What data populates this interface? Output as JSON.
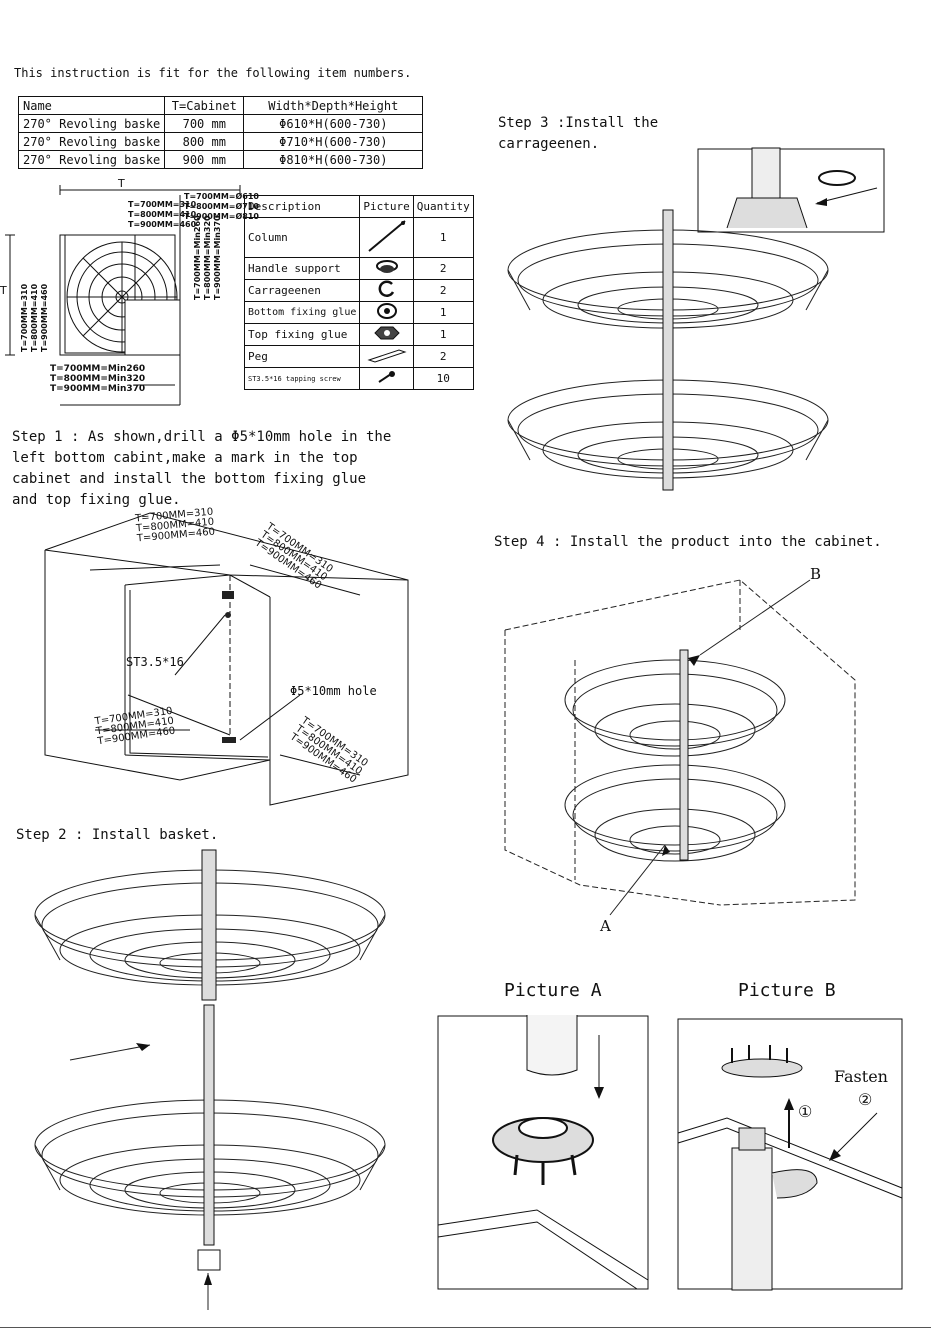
{
  "intro": "This instruction is fit for the following item numbers.",
  "items_table": {
    "headers": [
      "Name",
      "T=Cabinet",
      "Width*Depth*Height"
    ],
    "rows": [
      [
        "270° Revoling baske",
        "700 mm",
        "Φ610*H(600-730)"
      ],
      [
        "270° Revoling baske",
        "800 mm",
        "Φ710*H(600-730)"
      ],
      [
        "270° Revoling baske",
        "900 mm",
        "Φ810*H(600-730)"
      ]
    ]
  },
  "dim_diagram": {
    "top_label": "T",
    "left_label": "T",
    "inner_top": [
      "T=700MM=310",
      "T=800MM=410",
      "T=900MM=460"
    ],
    "inner_dia": [
      "T=700MM=Ø610",
      "T=800MM=Ø710",
      "T=900MM=Ø810"
    ],
    "vertical_right": [
      "T=700MM=Min260",
      "T=800MM=Min320",
      "T=900MM=Min370"
    ],
    "vertical_left": [
      "T=700MM=310",
      "T=800MM=410",
      "T=900MM=460"
    ],
    "bottom": [
      "T=700MM=Min260",
      "T=800MM=Min320",
      "T=900MM=Min370"
    ]
  },
  "parts_table": {
    "headers": [
      "Description",
      "Picture",
      "Quantity"
    ],
    "rows": [
      {
        "desc": "Column",
        "qty": "1",
        "icon": "column-icon"
      },
      {
        "desc": "Handle support",
        "qty": "2",
        "icon": "handle-support-icon"
      },
      {
        "desc": "Carrageenen",
        "qty": "2",
        "icon": "carrageenen-icon"
      },
      {
        "desc": "Bottom fixing glue",
        "qty": "1",
        "icon": "bottom-glue-icon"
      },
      {
        "desc": "Top fixing glue",
        "qty": "1",
        "icon": "top-glue-icon"
      },
      {
        "desc": "Peg",
        "qty": "2",
        "icon": "peg-icon"
      },
      {
        "desc": "ST3.5*16 tapping screw",
        "qty": "10",
        "icon": "screw-icon"
      }
    ]
  },
  "step1": {
    "lines": [
      "Step 1 : As shown,drill a Φ5*10mm hole in the",
      "left bottom cabint,make a mark in the top",
      "cabinet and install the bottom fixing glue",
      "and top fixing glue."
    ],
    "dims_top_left": [
      "T=700MM=310",
      "T=800MM=410",
      "T=900MM=460"
    ],
    "dims_top_right": [
      "T=700MM=310",
      "T=800MM=410",
      "T=900MM=460"
    ],
    "dims_bottom_left": [
      "T=700MM=310",
      "T=800MM=410",
      "T=900MM=460"
    ],
    "dims_bottom_right": [
      "T=700MM=310",
      "T=800MM=410",
      "T=900MM=460"
    ],
    "screw_label": "ST3.5*16",
    "hole_label": "Φ5*10mm hole"
  },
  "step2": {
    "title": "Step 2 : Install basket."
  },
  "step3": {
    "lines": [
      "Step 3 :Install the",
      "carrageenen."
    ]
  },
  "step4": {
    "title": "Step 4 : Install the product into the cabinet.",
    "label_a": "A",
    "label_b": "B"
  },
  "picture_a": {
    "title": "Picture A"
  },
  "picture_b": {
    "title": "Picture B",
    "fasten": "Fasten",
    "num1": "①",
    "num2": "②"
  }
}
